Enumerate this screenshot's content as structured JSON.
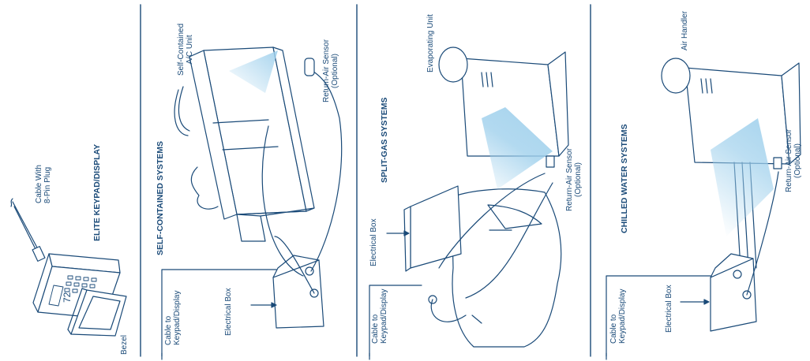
{
  "sections": {
    "elite": {
      "heading": "ELITE KEYPAD/DISPLAY",
      "cable_label": "Cable With\n8-Pin Plug",
      "bezel_label": "Bezel",
      "display_reading": "72"
    },
    "self_contained": {
      "heading": "SELF-CONTAINED SYSTEMS",
      "unit_label": "Self-Contained\nA/C Unit",
      "sensor_label": "Return-Air Sensor\n(Optional)",
      "box_label": "Electrical Box",
      "cable_label": "Cable to\nKeypad/Display"
    },
    "split_gas": {
      "heading": "SPLIT-GAS SYSTEMS",
      "unit_label": "Evaporating Unit",
      "sensor_label": "Return-Air Sensor\n(Optional)",
      "box_label": "Electrical Box",
      "cable_label": "Cable to\nKeypad/Display"
    },
    "chilled": {
      "heading": "CHILLED WATER SYSTEMS",
      "unit_label": "Air Handler",
      "sensor_label": "Return-Air Sensor\n(Optional)",
      "box_label": "Electrical Box",
      "cable_label": "Cable to\nKeypad/Display"
    }
  },
  "colors": {
    "line": "#1a4a78",
    "airflow": "#9fd0ec",
    "fill": "#ffffff"
  }
}
